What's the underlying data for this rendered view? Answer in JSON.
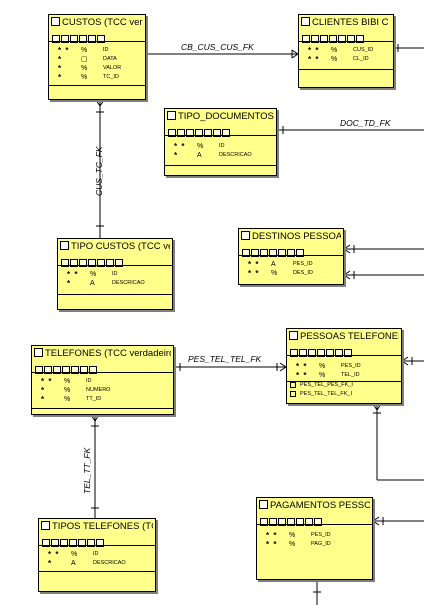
{
  "entities": {
    "custos": {
      "title": "CUSTOS (TCC ver",
      "rows": [
        [
          "* *",
          "%",
          "ID"
        ],
        [
          "*",
          "▢",
          "DATA"
        ],
        [
          "*",
          "%",
          "VALOR"
        ],
        [
          "*",
          "%",
          "TC_ID"
        ]
      ]
    },
    "clientes": {
      "title": "CLIENTES BIBI C",
      "rows": [
        [
          "* *",
          "%",
          "CUS_ID"
        ],
        [
          "* *",
          "%",
          "CL_ID"
        ]
      ]
    },
    "tipo_documentos": {
      "title": "TIPO_DOCUMENTOS (",
      "rows": [
        [
          "* *",
          "%",
          "ID"
        ],
        [
          "*",
          "A",
          "DESCRICAO"
        ]
      ]
    },
    "destinos_pessoas": {
      "title": "DESTINOS PESSOAS",
      "rows": [
        [
          "* *",
          "A",
          "PES_ID"
        ],
        [
          "* *",
          "%",
          "DES_ID"
        ]
      ]
    },
    "tipo_custos": {
      "title": "TIPO CUSTOS (TCC ve",
      "rows": [
        [
          "* *",
          "%",
          "ID"
        ],
        [
          "*",
          "A",
          "DESCRICAO"
        ]
      ]
    },
    "telefones": {
      "title": "TELEFONES (TCC verdadeiro",
      "rows": [
        [
          "* *",
          "%",
          "ID"
        ],
        [
          "*",
          "%",
          "NUMERO"
        ],
        [
          "*",
          "%",
          "TT_ID"
        ]
      ]
    },
    "pessoas_telefones": {
      "title": "PESSOAS TELEFONES",
      "rows": [
        [
          "* *",
          "%",
          "PES_ID"
        ],
        [
          "* *",
          "%",
          "TEL_ID"
        ]
      ],
      "fks": [
        "PES_TEL_PES_FK_I",
        "PES_TEL_TEL_FK_I"
      ]
    },
    "tipos_telefones": {
      "title": "TIPOS TELEFONES (TC",
      "rows": [
        [
          "* *",
          "%",
          "ID"
        ],
        [
          "*",
          "A",
          "DESCRICAO"
        ]
      ]
    },
    "pagamentos_pessoa": {
      "title": "PAGAMENTOS PESSOA",
      "rows": [
        [
          "* *",
          "%",
          "PES_ID"
        ],
        [
          "* *",
          "%",
          "PAG_ID"
        ]
      ]
    }
  },
  "relations": {
    "cb_cus_cus_fk": "CB_CUS_CUS_FK",
    "doc_td_fk": "DOC_TD_FK",
    "cus_tc_fk": "CUS_TC_FK",
    "pes_tel_tel_fk": "PES_TEL_TEL_FK",
    "tel_tt_fk": "TEL_TT_FK"
  }
}
